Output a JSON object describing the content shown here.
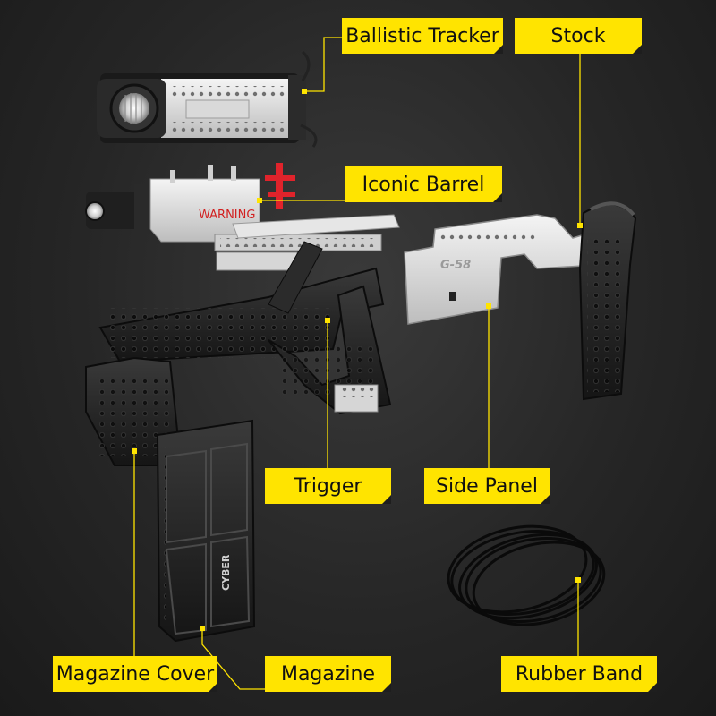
{
  "labels": {
    "ballistic_tracker": "Ballistic Tracker",
    "stock": "Stock",
    "iconic_barrel": "Iconic Barrel",
    "trigger": "Trigger",
    "side_panel": "Side Panel",
    "magazine_cover": "Magazine Cover",
    "magazine": "Magazine",
    "rubber_band": "Rubber Band"
  },
  "markings": {
    "warning": "WARNING",
    "model": "G-58",
    "magazine_print": "CYBER"
  },
  "colors": {
    "label_background": "#ffe400",
    "leader_line": "#ffe400",
    "background": "#262626",
    "warning_text": "#d21f1f",
    "red_sight": "#e0232b"
  }
}
